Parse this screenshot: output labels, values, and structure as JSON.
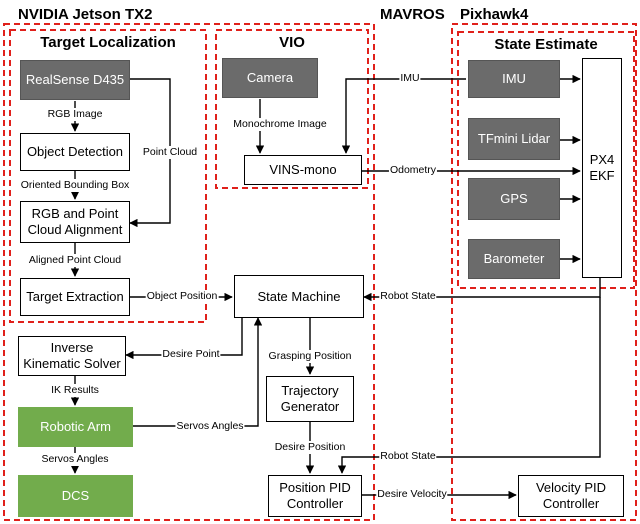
{
  "sections": {
    "jetson": "NVIDIA Jetson TX2",
    "mavros": "MAVROS",
    "pixhawk": "Pixhawk4"
  },
  "groups": {
    "target_localization": "Target Localization",
    "vio": "VIO",
    "state_estimate": "State Estimate"
  },
  "blocks": {
    "realsense": "RealSense D435",
    "object_detection": "Object Detection",
    "alignment": "RGB and Point Cloud Alignment",
    "target_extraction": "Target Extraction",
    "camera": "Camera",
    "vins_mono": "VINS-mono",
    "state_machine": "State Machine",
    "inverse_kinematic": "Inverse Kinematic Solver",
    "robotic_arm": "Robotic Arm",
    "dcs": "DCS",
    "trajectory_generator": "Trajectory Generator",
    "position_pid": "Position PID Controller",
    "imu": "IMU",
    "tfmini": "TFmini Lidar",
    "gps": "GPS",
    "barometer": "Barometer",
    "px4_ekf": "PX4 EKF",
    "velocity_pid": "Velocity PID Controller"
  },
  "signals": {
    "rgb_image": "RGB Image",
    "point_cloud": "Point Cloud",
    "oriented_bbox": "Oriented Bounding Box",
    "aligned_point_cloud": "Aligned Point Cloud",
    "object_position": "Object Position",
    "monochrome_image": "Monochrome Image",
    "imu": "IMU",
    "odometry": "Odometry",
    "robot_state_1": "Robot State",
    "robot_state_2": "Robot State",
    "desire_point": "Desire Point",
    "grasping_position": "Grasping Position",
    "ik_results": "IK Results",
    "servos_angles_1": "Servos Angles",
    "servos_angles_2": "Servos Angles",
    "desire_position": "Desire Position",
    "desire_velocity": "Desire Velocity"
  },
  "colors": {
    "dashed_border": "#e0201b",
    "sensor_gray": "#6b6b6b",
    "arm_green": "#72ac4c"
  }
}
